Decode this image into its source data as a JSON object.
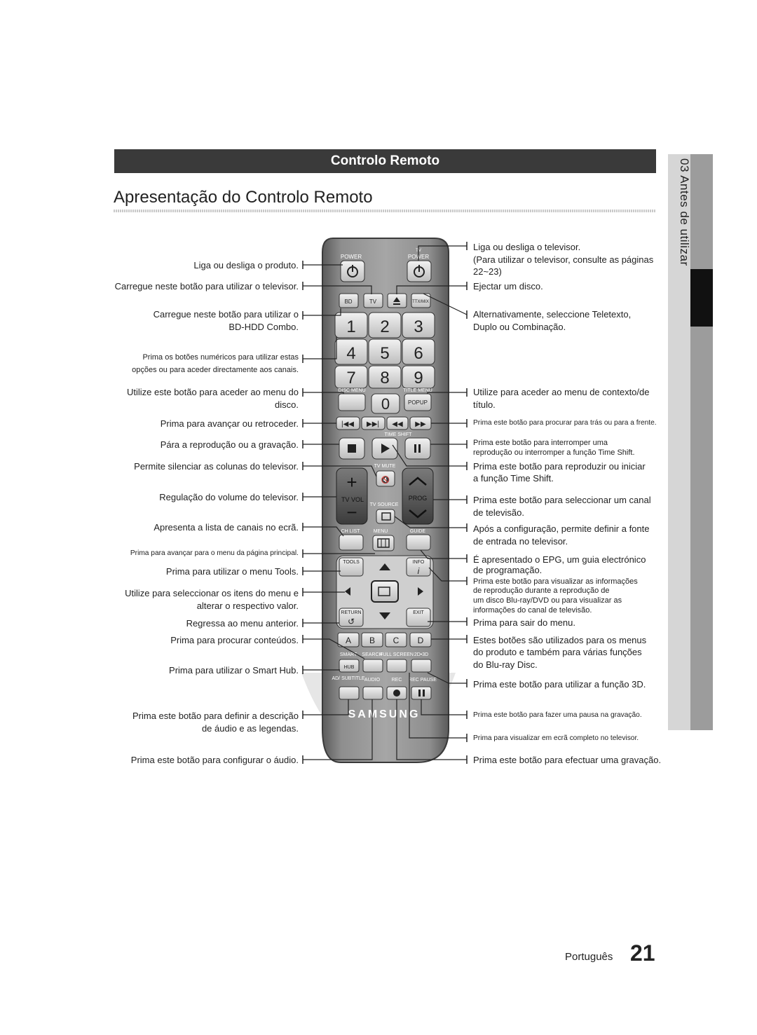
{
  "header": {
    "section_title": "Controlo Remoto",
    "page_title": "Apresentação do Controlo Remoto"
  },
  "side_tab": {
    "chapter": "03  Antes de utilizar"
  },
  "remote": {
    "power_left": "POWER",
    "power_right": "POWER",
    "tv_small": "TV",
    "bd": "BD",
    "tv": "TV",
    "ttx": "TTX/MIX",
    "numbers": [
      "1",
      "2",
      "3",
      "4",
      "5",
      "6",
      "7",
      "8",
      "9",
      "0"
    ],
    "disc_menu": "DISC MENU",
    "title_menu": "TITLE MENU",
    "popup": "POPUP",
    "time_shift": "TIME SHIFT",
    "tv_mute": "TV MUTE",
    "tv_vol": "TV VOL",
    "tv_source": "TV SOURCE",
    "prog": "PROG",
    "ch_list": "CH LIST",
    "menu": "MENU",
    "guide": "GUIDE",
    "tools": "TOOLS",
    "info": "INFO",
    "return": "RETURN",
    "exit": "EXIT",
    "color_a": "A",
    "color_b": "B",
    "color_c": "C",
    "color_d": "D",
    "smart": "SMART",
    "search": "SEARCH",
    "full_screen": "FULL SCREEN",
    "mode_3d": "2D•3D",
    "hub": "HUB",
    "ad_subtitle": "AD/ SUBTITLE",
    "audio": "AUDIO",
    "rec": "REC",
    "rec_pause": "REC PAUSE",
    "brand": "SAMSUNG"
  },
  "labels_left": [
    "Liga ou desliga o produto.",
    "Carregue neste botão para utilizar o televisor.",
    "Carregue neste botão para utilizar o",
    "BD-HDD Combo.",
    "Prima os botões numéricos para utilizar estas",
    "opções ou para aceder directamente aos canais.",
    "Utilize este botão para aceder ao menu do",
    "disco.",
    "Prima para avançar ou retroceder.",
    "Pára a reprodução ou a gravação.",
    "Permite silenciar as colunas do televisor.",
    "Regulação do volume do televisor.",
    "Apresenta a lista de canais no ecrã.",
    "Prima para avançar para o menu da página principal.",
    "Prima para utilizar o menu Tools.",
    "Utilize para seleccionar os itens do menu e",
    "alterar o respectivo valor.",
    "Regressa ao menu anterior.",
    "Prima para procurar conteúdos.",
    "Prima para utilizar o Smart Hub.",
    "Prima este botão para definir a descrição",
    "de áudio e as legendas.",
    "Prima este botão para configurar o áudio."
  ],
  "labels_right": [
    "Liga ou desliga o televisor.",
    "(Para utilizar o televisor, consulte as páginas",
    "22~23)",
    "Ejectar um disco.",
    "Alternativamente, seleccione Teletexto,",
    "Duplo ou Combinação.",
    "Utilize para aceder ao menu de contexto/de",
    "título.",
    "Prima este botão para procurar para trás ou para a frente.",
    "Prima este botão para interromper uma",
    "reprodução ou interromper a função Time Shift.",
    "Prima este botão para reproduzir ou iniciar",
    "a função Time Shift.",
    "Prima este botão para seleccionar um canal",
    "de televisão.",
    "Após a configuração, permite definir a fonte",
    "de entrada no televisor.",
    "É apresentado o EPG, um guia electrónico",
    "de programação.",
    "Prima este botão para visualizar as informações",
    "de reprodução durante a reprodução de",
    "um disco Blu-ray/DVD ou para visualizar as",
    "informações do canal de televisão.",
    "Prima para sair do menu.",
    "Estes botões são utilizados para os menus",
    "do produto e também para várias funções",
    "do Blu-ray Disc.",
    "Prima este botão para utilizar a função 3D.",
    "Prima este botão para fazer uma pausa na gravação.",
    "Prima para visualizar em ecrã completo no televisor.",
    "Prima este botão para efectuar uma gravação."
  ],
  "footer": {
    "language": "Português",
    "page_number": "21"
  }
}
